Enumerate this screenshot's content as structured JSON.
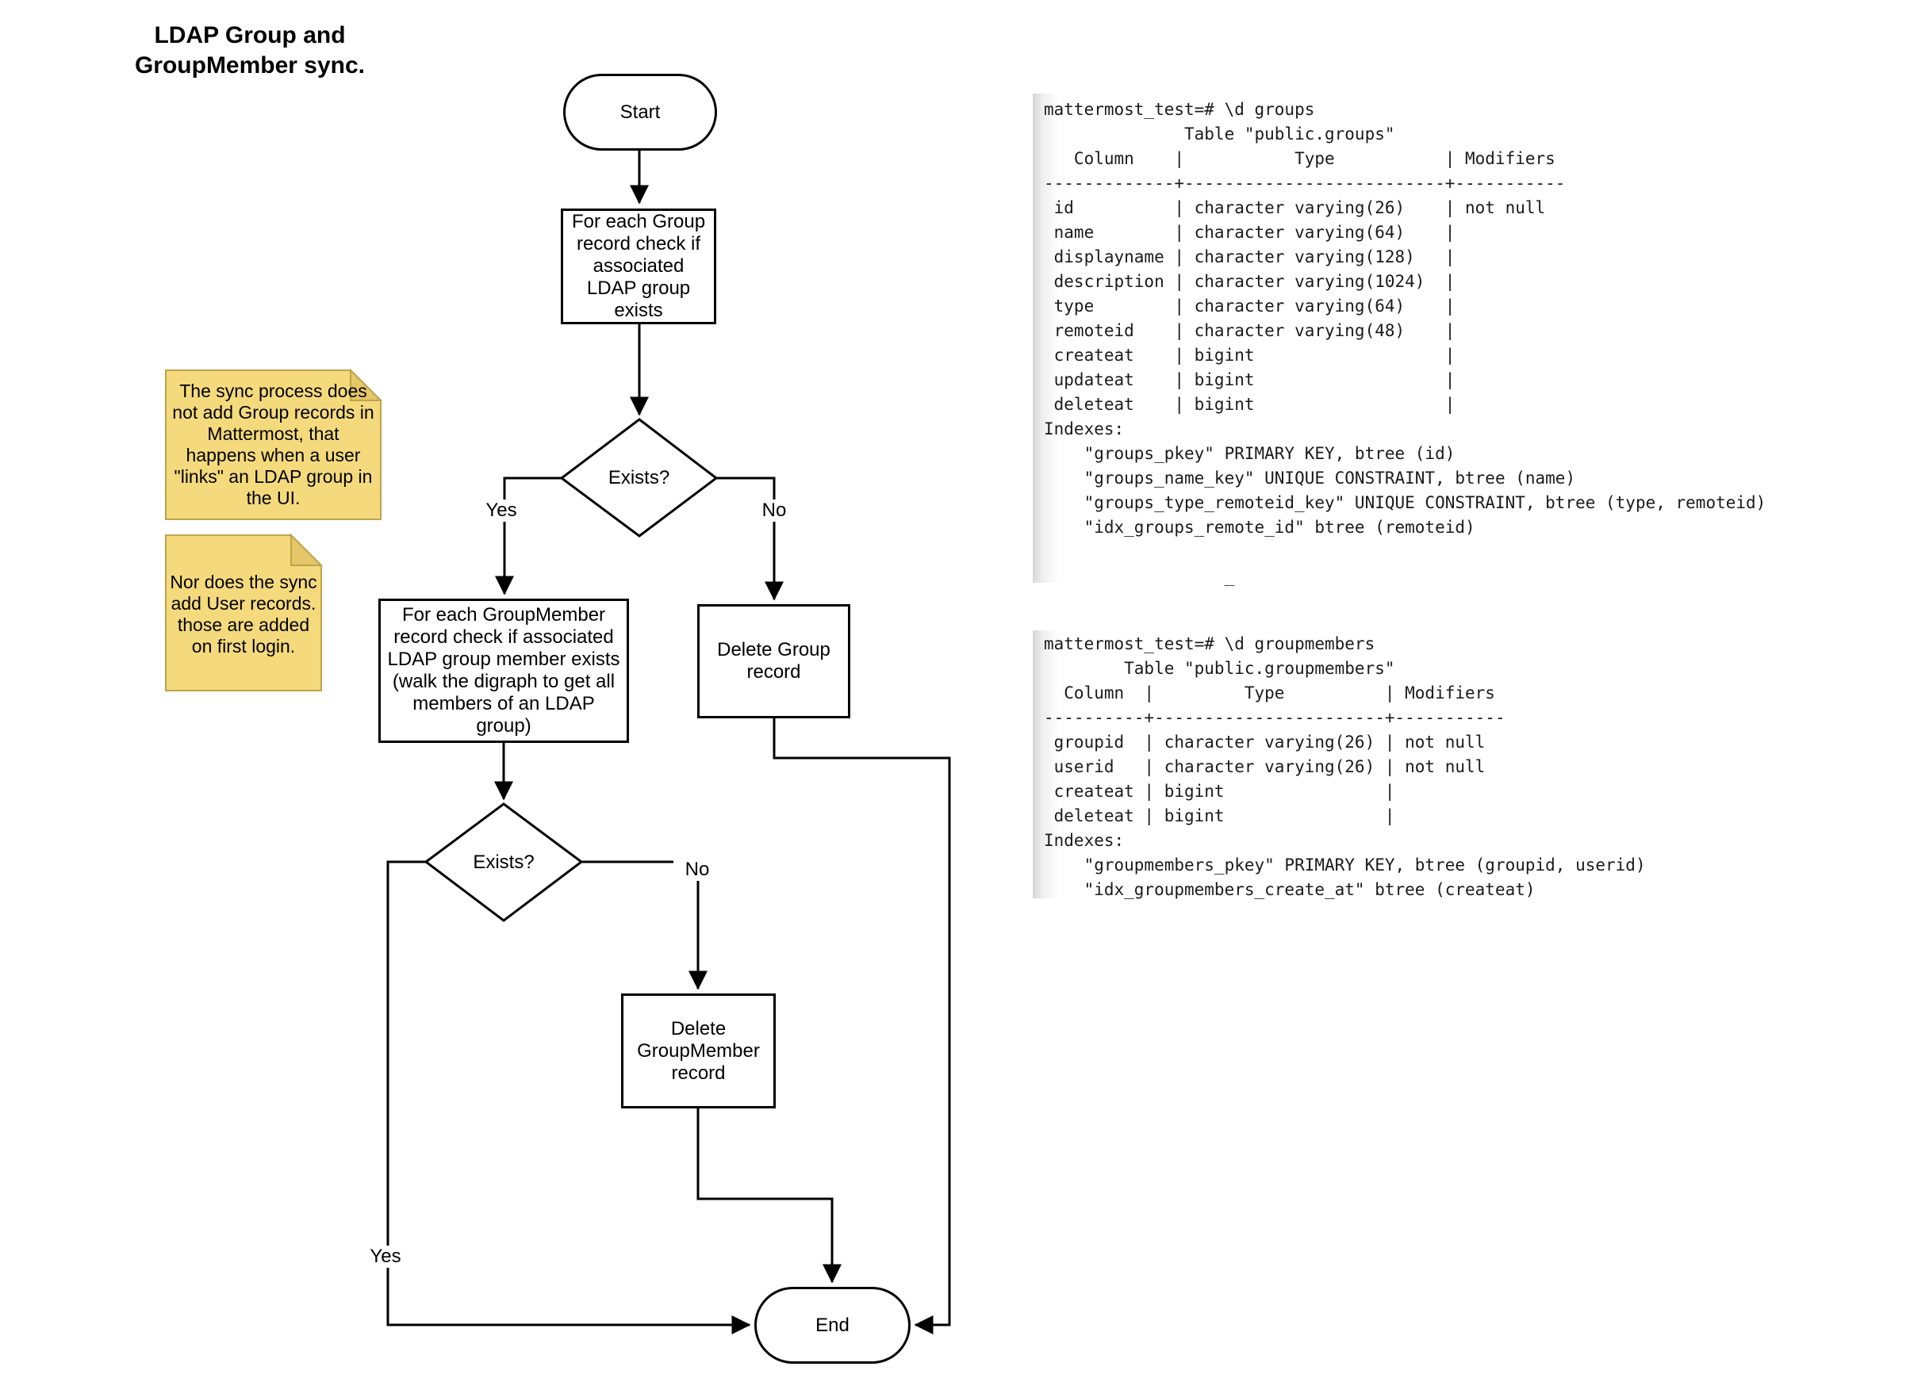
{
  "title": "LDAP Group and\nGroupMember sync.",
  "flowchart": {
    "start_label": "Start",
    "check_group_step": "For each Group record check if associated LDAP group exists",
    "decision_group_exists": "Exists?",
    "label_yes_group": "Yes",
    "label_no_group": "No",
    "check_groupmember_step": "For each GroupMember record check if associated LDAP group member exists (walk the digraph to get all members of an LDAP group)",
    "delete_group_step": "Delete Group record",
    "decision_groupmember_exists": "Exists?",
    "label_yes_groupmember": "Yes",
    "label_no_groupmember": "No",
    "delete_groupmember_step": "Delete GroupMember record",
    "end_label": "End"
  },
  "notes": {
    "note_group_sync": "The sync process does not add Group records in Mattermost, that happens when a user \"links\" an LDAP group in the UI.",
    "note_user_sync": "Nor does the sync add User records. those are added on first login."
  },
  "terminals": {
    "groups": {
      "lines": [
        "mattermost_test=# \\d groups",
        "              Table \"public.groups\"",
        "   Column    |           Type           | Modifiers",
        "-------------+--------------------------+-----------",
        " id          | character varying(26)    | not null",
        " name        | character varying(64)    | ",
        " displayname | character varying(128)   | ",
        " description | character varying(1024)  | ",
        " type        | character varying(64)    | ",
        " remoteid    | character varying(48)    | ",
        " createat    | bigint                   | ",
        " updateat    | bigint                   | ",
        " deleteat    | bigint                   | ",
        "Indexes:",
        "    \"groups_pkey\" PRIMARY KEY, btree (id)",
        "    \"groups_name_key\" UNIQUE CONSTRAINT, btree (name)",
        "    \"groups_type_remoteid_key\" UNIQUE CONSTRAINT, btree (type, remoteid)",
        "    \"idx_groups_remote_id\" btree (remoteid)",
        "",
        "                  _"
      ]
    },
    "groupmembers": {
      "lines": [
        "mattermost_test=# \\d groupmembers",
        "        Table \"public.groupmembers\"",
        "  Column  |         Type          | Modifiers",
        "----------+-----------------------+-----------",
        " groupid  | character varying(26) | not null",
        " userid   | character varying(26) | not null",
        " createat | bigint                | ",
        " deleteat | bigint                | ",
        "Indexes:",
        "    \"groupmembers_pkey\" PRIMARY KEY, btree (groupid, userid)",
        "    \"idx_groupmembers_create_at\" btree (createat)"
      ]
    }
  },
  "colors": {
    "note_fill": "#F4DA7C",
    "note_fold": "#E3C768",
    "note_border": "#BFA34A",
    "wire": "#000000"
  }
}
